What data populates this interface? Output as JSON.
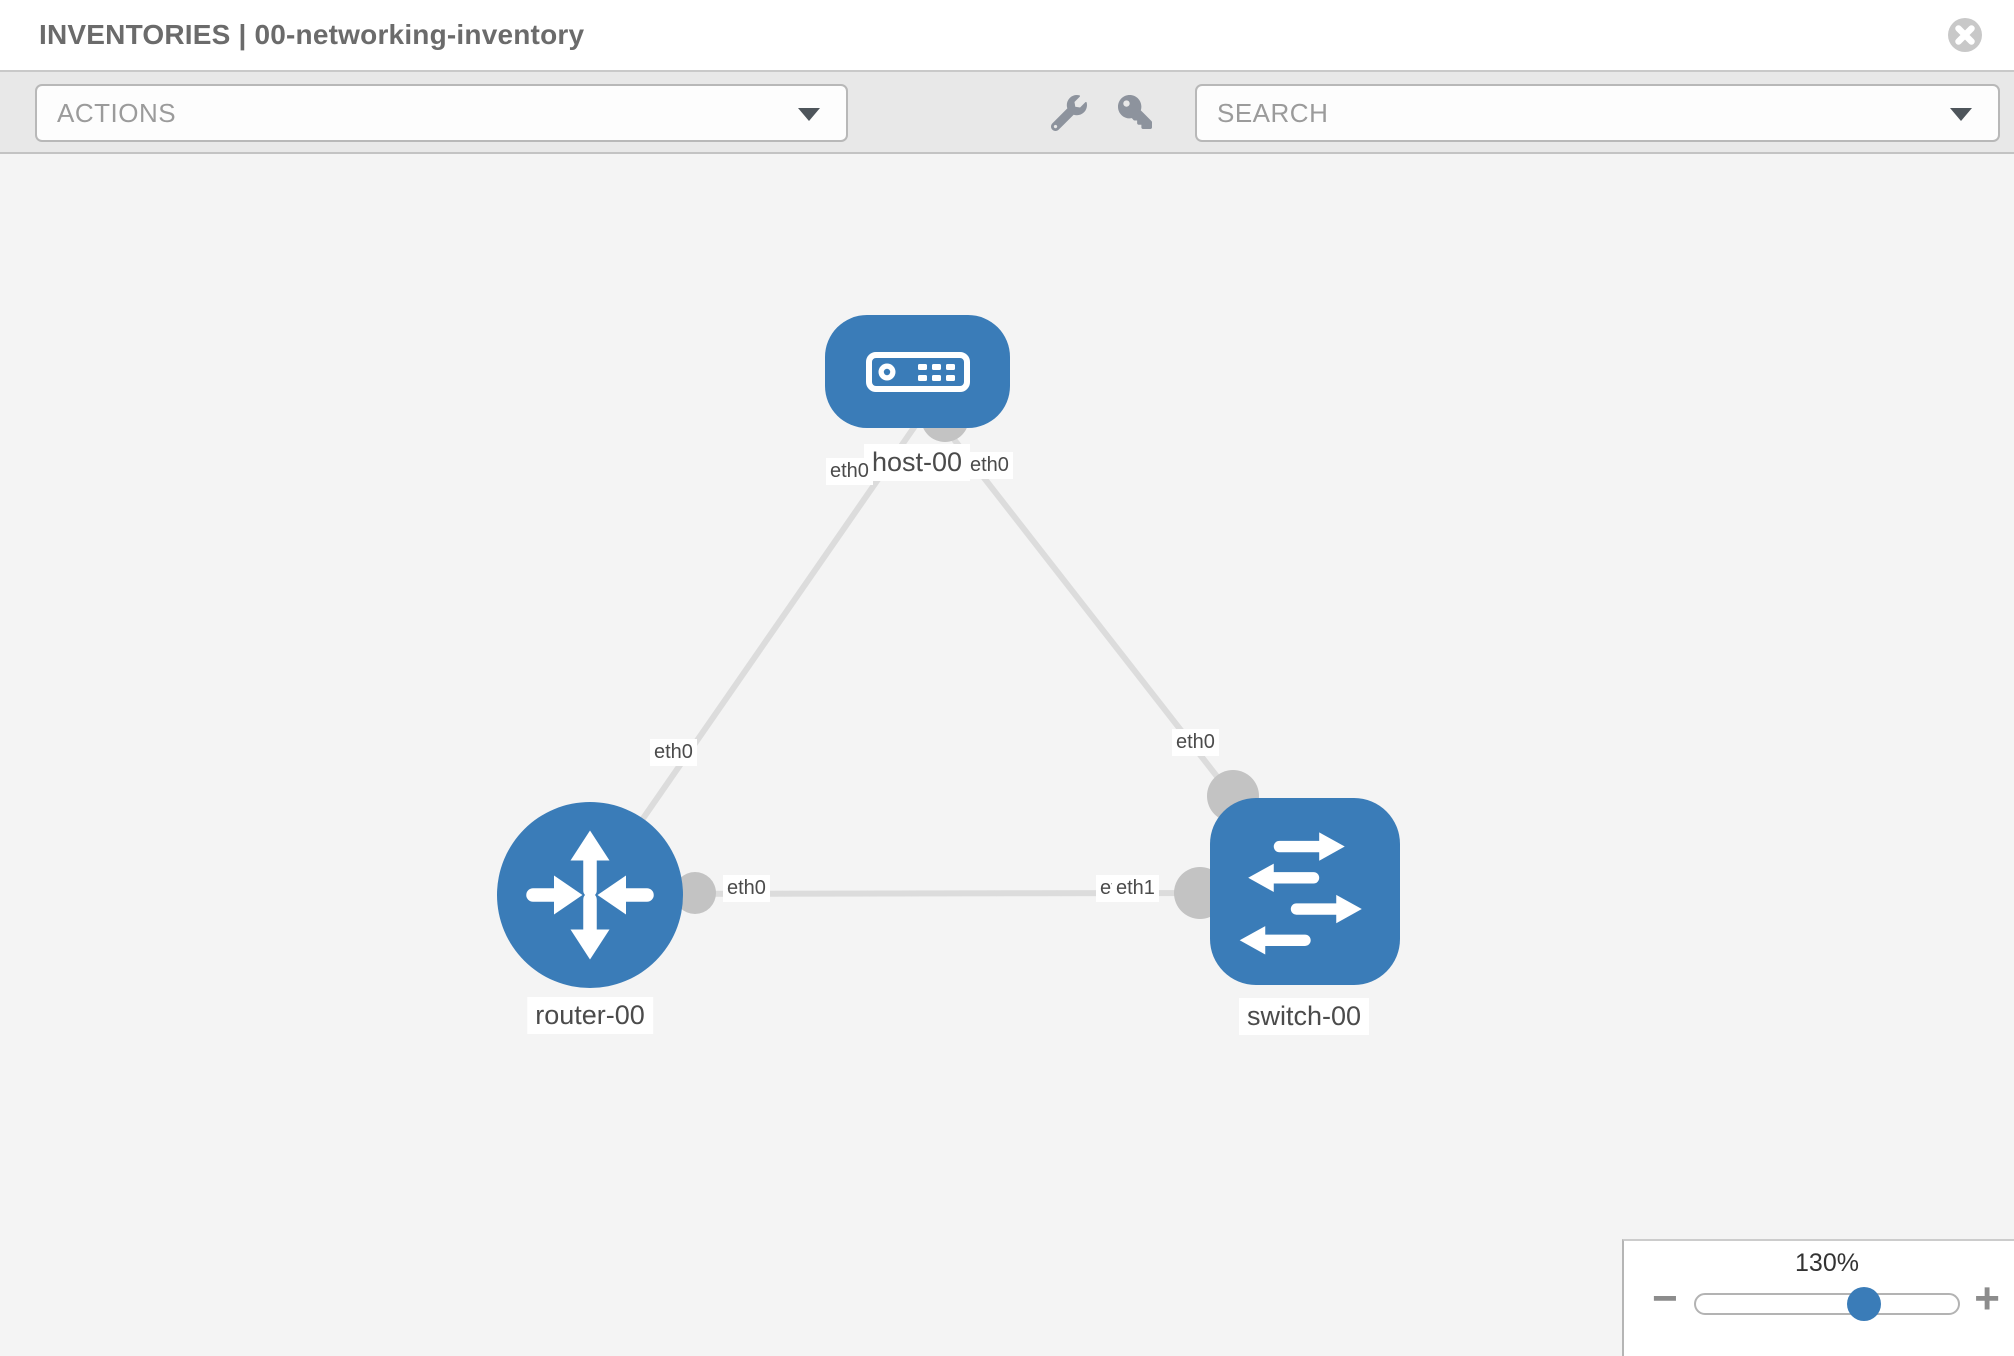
{
  "header": {
    "title": "INVENTORIES | 00-networking-inventory"
  },
  "toolbar": {
    "actions_label": "ACTIONS",
    "search_label": "SEARCH",
    "icons": [
      "wrench-icon",
      "key-icon"
    ]
  },
  "topology": {
    "nodes": [
      {
        "id": "host-00",
        "label": "host-00",
        "type": "host",
        "shape": "rounded-rect",
        "icon": "server-icon"
      },
      {
        "id": "router-00",
        "label": "router-00",
        "type": "router",
        "shape": "circle",
        "icon": "router-arrows-icon"
      },
      {
        "id": "switch-00",
        "label": "switch-00",
        "type": "switch",
        "shape": "rounded-square",
        "icon": "switch-arrows-icon"
      }
    ],
    "links": [
      {
        "from": "host-00",
        "to": "router-00",
        "from_interface": "eth0",
        "to_interface": "eth0"
      },
      {
        "from": "host-00",
        "to": "switch-00",
        "from_interface": "eth0",
        "to_interface": "eth0"
      },
      {
        "from": "router-00",
        "to": "switch-00",
        "from_interface": "eth0",
        "to_interfaces": [
          "eth0",
          "eth1"
        ]
      }
    ]
  },
  "zoom_control": {
    "level": "130%",
    "minus_label": "−",
    "plus_label": "+"
  },
  "colors": {
    "node_blue": "#3a7cb8",
    "link_gray": "#dcdcdc",
    "connector_gray": "#c3c3c3",
    "toolbar_gray": "#e8e8e8",
    "canvas_gray": "#f4f4f4",
    "icon_gray": "#8d939d"
  }
}
